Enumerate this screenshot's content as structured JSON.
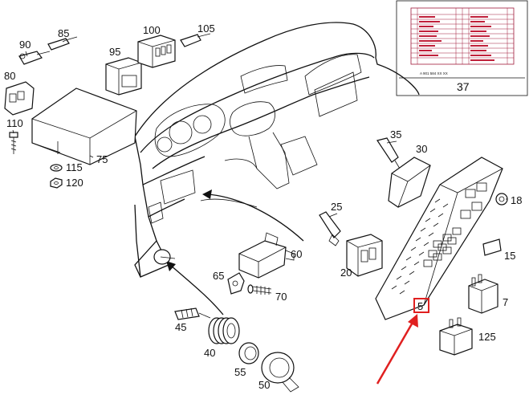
{
  "diagram": {
    "callouts": {
      "c90": "90",
      "c85": "85",
      "c100": "100",
      "c105": "105",
      "c95": "95",
      "c80": "80",
      "c110": "110",
      "c75": "75",
      "c115": "115",
      "c120": "120",
      "c35": "35",
      "c30": "30",
      "c18": "18",
      "c25": "25",
      "c20": "20",
      "c60": "60",
      "c65": "65",
      "c70": "70",
      "c15": "15",
      "c5": "5",
      "c7": "7",
      "c125": "125",
      "c45": "45",
      "c40": "40",
      "c55": "55",
      "c50": "50"
    },
    "inset": {
      "label": "37",
      "part_number": "A 901 584 XX XX"
    },
    "highlight_color": "#e02020",
    "line_color": "#111111"
  }
}
